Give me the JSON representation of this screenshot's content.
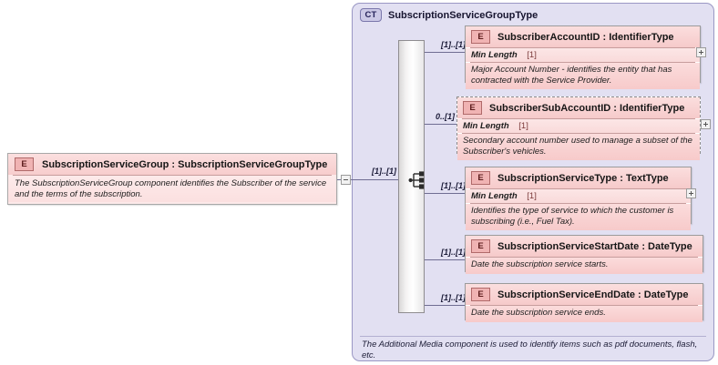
{
  "diagram": {
    "title_root": "SubscriptionServiceGroup : SubscriptionServiceGroupType",
    "complex_type": {
      "badge": "CT",
      "name": "SubscriptionServiceGroupType",
      "footer_annotation": "The Additional Media component is used to identify items such as pdf documents, flash, etc."
    },
    "root_element": {
      "badge": "E",
      "label": "SubscriptionServiceGroup : SubscriptionServiceGroupType",
      "description": "The SubscriptionServiceGroup component identifies the Subscriber of the service and the terms of the subscription.",
      "toggle": "minus"
    },
    "compositor": {
      "icon": "sequence-icon",
      "cardinality": "[1]..[1]"
    },
    "elements": [
      {
        "badge": "E",
        "label": "SubscriberAccountID : IdentifierType",
        "cardinality": "[1]..[1]",
        "facet_name": "Min Length",
        "facet_value": "[1]",
        "description": "Major Account Number - identifies the entity that has contracted with the Service Provider.",
        "optional": false,
        "toggle": "plus"
      },
      {
        "badge": "E",
        "label": "SubscriberSubAccountID : IdentifierType",
        "cardinality": "0..[1]",
        "facet_name": "Min Length",
        "facet_value": "[1]",
        "description": "Secondary account number used to manage a subset of the Subscriber's vehicles.",
        "optional": true,
        "toggle": "plus"
      },
      {
        "badge": "E",
        "label": "SubscriptionServiceType : TextType",
        "cardinality": "[1]..[1]",
        "facet_name": "Min Length",
        "facet_value": "[1]",
        "description": "Identifies the type of service to which the customer is subscribing (i.e., Fuel Tax).",
        "optional": false,
        "toggle": "plus"
      },
      {
        "badge": "E",
        "label": "SubscriptionServiceStartDate : DateType",
        "cardinality": "[1]..[1]",
        "facet_name": "",
        "facet_value": "",
        "description": "Date the subscription service starts.",
        "optional": false,
        "toggle": "plus"
      },
      {
        "badge": "E",
        "label": "SubscriptionServiceEndDate : DateType",
        "cardinality": "[1]..[1]",
        "facet_name": "",
        "facet_value": "",
        "description": "Date the subscription service ends.",
        "optional": false,
        "toggle": "plus"
      }
    ],
    "colors": {
      "element_fill": "#f7cfcf",
      "complextype_fill": "#e2e0f2",
      "connector": "#6f6d92",
      "canvas": "#ffffff"
    }
  }
}
